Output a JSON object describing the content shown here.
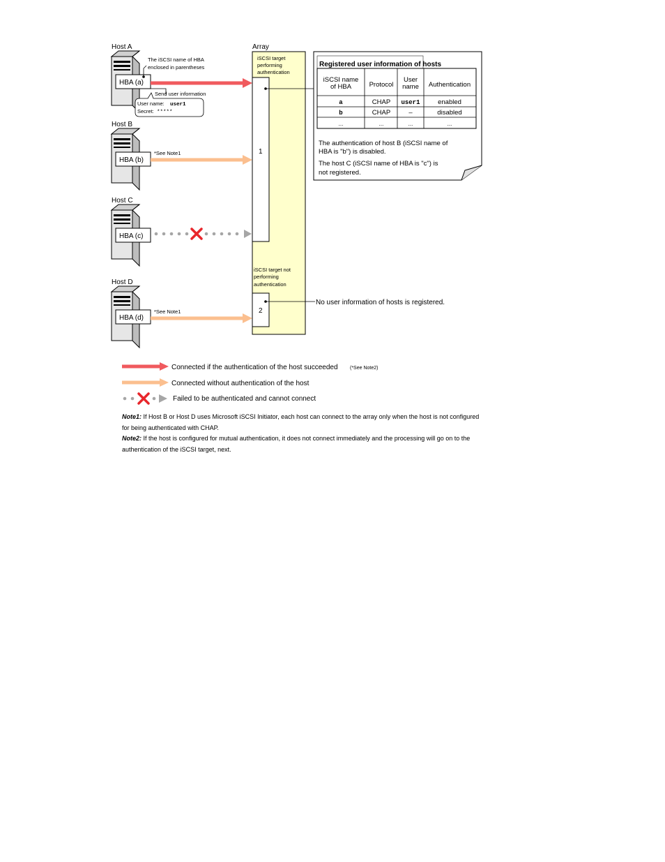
{
  "hosts": {
    "a": {
      "label": "Host A",
      "hba": "HBA (a)"
    },
    "b": {
      "label": "Host B",
      "hba": "HBA (b)"
    },
    "c": {
      "label": "Host C",
      "hba": "HBA (c)"
    },
    "d": {
      "label": "Host D",
      "hba": "HBA (d)"
    }
  },
  "hba_callout": {
    "line1": "The iSCSI name of HBA",
    "line2": "enclosed in parentheses"
  },
  "send_user_info": "Send user information",
  "user_bubble": {
    "name_label": "User name:",
    "name_value": "user1",
    "secret_label": "Secret:",
    "secret_value": "*****"
  },
  "see_note1": "*See Note1",
  "array": {
    "label": "Array",
    "target1": {
      "line1": "iSCSI target",
      "line2": "performing",
      "line3": "authentication",
      "number": "1"
    },
    "target2": {
      "line1": "iSCSI target not",
      "line2": "performing",
      "line3": "authentication",
      "number": "2"
    }
  },
  "registered": {
    "title": "Registered user information of hosts",
    "headers": [
      "iSCSI name of HBA",
      "Protocol",
      "User name",
      "Authentication"
    ],
    "header_lines": [
      [
        "iSCSI name",
        "of HBA"
      ],
      [
        "Protocol"
      ],
      [
        "User",
        "name"
      ],
      [
        "Authentication"
      ]
    ],
    "rows": [
      [
        "a",
        "CHAP",
        "user1",
        "enabled"
      ],
      [
        "b",
        "CHAP",
        "–",
        "disabled"
      ],
      [
        "...",
        "...",
        "...",
        "..."
      ]
    ],
    "note1_line1": "The authentication of host B (iSCSI name of",
    "note1_line2": "HBA is \"b\") is disabled.",
    "note2_line1": "The host C (iSCSI name of HBA is \"c\") is",
    "note2_line2": "not registered."
  },
  "no_user_info": "No user information of hosts is registered.",
  "legend": {
    "connected_auth": "Connected if the authentication of the host succeeded",
    "connected_auth_note": "(*See Note2)",
    "connected_noauth": "Connected without authentication of the host",
    "failed": "Failed to be authenticated and cannot connect"
  },
  "notes": {
    "note1_label": "Note1:",
    "note1_text": "If Host B or Host D uses Microsoft iSCSI Initiator, each host can connect to the array only when the host is not configured for being authenticated with CHAP.",
    "note2_label": "Note2:",
    "note2_text": "If the host is configured for mutual authentication, it does not connect immediately and the processing will go on to the authentication of the iSCSI target, next."
  },
  "colors": {
    "auth_arrow": "#f05a5e",
    "noauth_arrow": "#fbbf8f",
    "fail_dots": "#a6a6a6",
    "fail_x": "#e8262b",
    "array_fill": "#ffffcc",
    "server_fill": "#e6e6e6"
  }
}
